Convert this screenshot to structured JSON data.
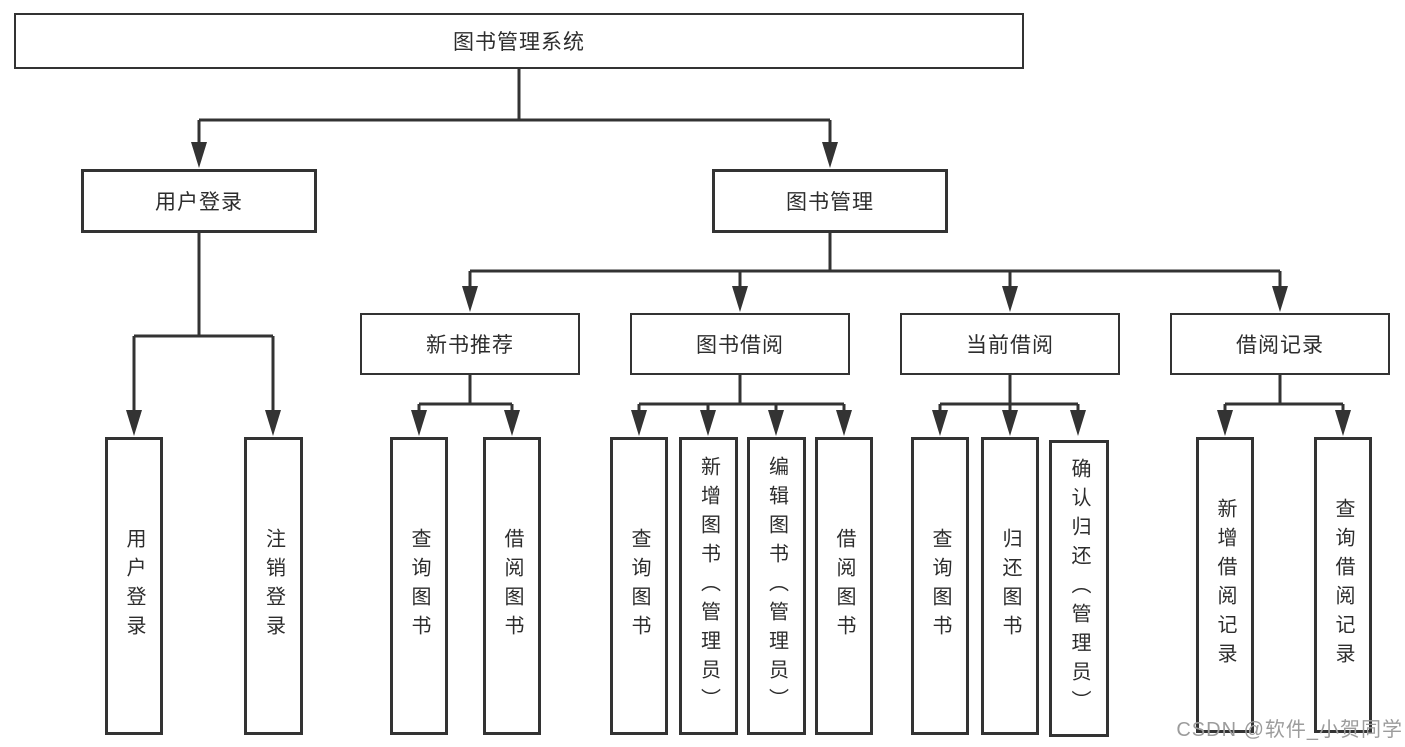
{
  "diagram": {
    "root": {
      "label": "图书管理系统"
    },
    "level2": [
      {
        "label": "用户登录"
      },
      {
        "label": "图书管理"
      }
    ],
    "level3": [
      {
        "label": "新书推荐"
      },
      {
        "label": "图书借阅"
      },
      {
        "label": "当前借阅"
      },
      {
        "label": "借阅记录"
      }
    ],
    "leaves": {
      "user_login": [
        {
          "label": "用户登录"
        },
        {
          "label": "注销登录"
        }
      ],
      "new_book": [
        {
          "label": "查询图书"
        },
        {
          "label": "借阅图书"
        }
      ],
      "book_borrow": [
        {
          "label": "查询图书"
        },
        {
          "label": "新增图书（管理员）"
        },
        {
          "label": "编辑图书（管理员）"
        },
        {
          "label": "借阅图书"
        }
      ],
      "current_borrow": [
        {
          "label": "查询图书"
        },
        {
          "label": "归还图书"
        },
        {
          "label": "确认归还（管理员）"
        }
      ],
      "borrow_records": [
        {
          "label": "新增借阅记录"
        },
        {
          "label": "查询借阅记录"
        }
      ]
    },
    "watermark": "CSDN @软件_小贺同学",
    "colors": {
      "line": "#333333",
      "text": "#2d2d2d",
      "watermark": "#9c9c9c",
      "background": "#ffffff"
    }
  }
}
